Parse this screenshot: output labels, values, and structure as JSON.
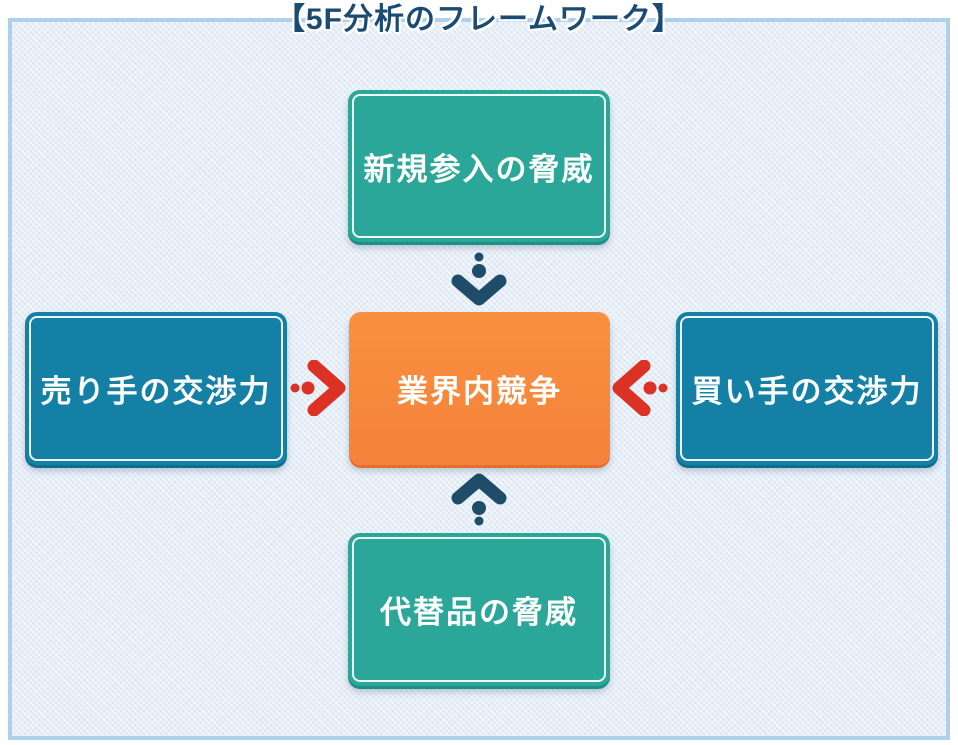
{
  "title": "【5F分析のフレームワーク】",
  "forces": {
    "new_entrants": {
      "label": "新規参入の脅威"
    },
    "suppliers": {
      "label": "売り手の交渉力"
    },
    "industry_rivalry": {
      "label": "業界内競争"
    },
    "buyers": {
      "label": "買い手の交渉力"
    },
    "substitutes": {
      "label": "代替品の脅威"
    }
  },
  "icons": {
    "arrow_down": "dotted-chevron-arrow-down",
    "arrow_up": "dotted-chevron-arrow-up",
    "arrow_right": "dotted-chevron-arrow-right",
    "arrow_left": "dotted-chevron-arrow-left"
  },
  "colors": {
    "teal_box": "#2ba79a",
    "blue_box": "#1580a5",
    "orange_box": "#f6873c",
    "red_arrow": "#dc3226",
    "navy_arrow": "#1f4c69",
    "title_text": "#1b4a72",
    "panel_border": "#aed0ea",
    "panel_bg": "#e6eef7",
    "label_text": "#ffffff"
  }
}
